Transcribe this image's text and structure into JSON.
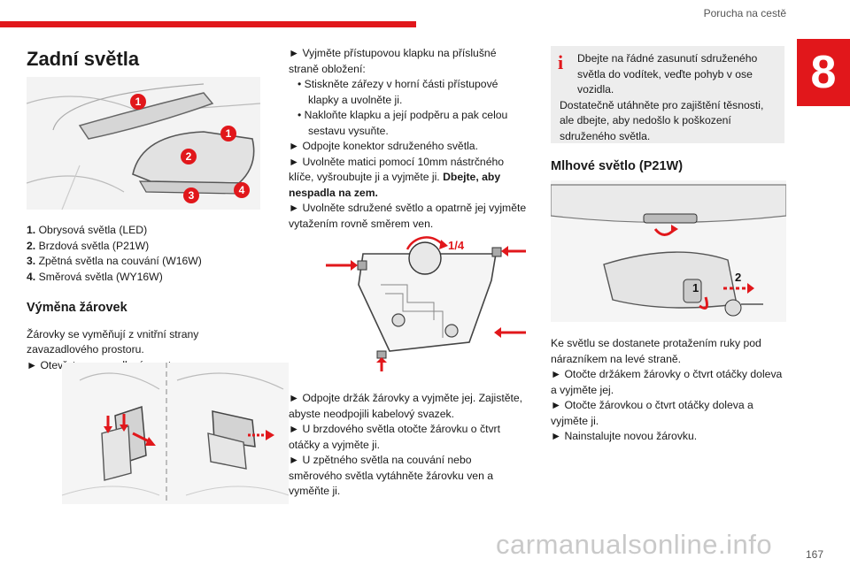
{
  "header": {
    "title": "Porucha na cestě",
    "chapter": "8"
  },
  "column1": {
    "heading": "Zadní světla",
    "fig1_callouts": [
      "1",
      "1",
      "2",
      "3",
      "4"
    ],
    "legend": [
      {
        "num": "1.",
        "text": "Obrysová světla (LED)"
      },
      {
        "num": "2.",
        "text": "Brzdová světla (P21W)"
      },
      {
        "num": "3.",
        "text": "Zpětná světla na couvání (W16W)"
      },
      {
        "num": "4.",
        "text": "Směrová světla (WY16W)"
      }
    ],
    "sub_heading": "Výměna žárovek",
    "para1": "Žárovky se vyměňují z vnitřní strany zavazadlového prostoru.",
    "step1": "► Otevřete zavazadlový prostor."
  },
  "column2": {
    "step1": "► Vyjměte přístupovou klapku na příslušné straně obložení:",
    "bullet1": "• Stiskněte zářezy v horní části přístupové klapky a uvolněte ji.",
    "bullet2": "• Nakloňte klapku a její podpěru a pak celou sestavu vysuňte.",
    "step2": "► Odpojte konektor sdruženého světla.",
    "step3": "► Uvolněte matici pomocí 10mm nástrčného klíče, vyšroubujte ji a vyjměte ji.",
    "step3_bold": "Dbejte, aby nespadla na zem.",
    "step4": "► Uvolněte sdružené světlo a opatrně jej vyjměte vytažením rovně směrem ven.",
    "fig_label": "1/4",
    "step5": "► Odpojte držák žárovky a vyjměte jej. Zajistěte, abyste neodpojili kabelový svazek.",
    "step6": "► U brzdového světla otočte žárovku o čtvrt otáčky a vyjměte ji.",
    "step7": "► U zpětného světla na couvání nebo směrového světla vytáhněte žárovku ven a vyměňte ji."
  },
  "column3": {
    "info_icon": "i",
    "info_line1": "Dbejte na řádné zasunutí sdruženého světla do vodítek, veďte pohyb v ose vozidla.",
    "info_line2": "Dostatečně utáhněte pro zajištění těsnosti, ale dbejte, aby nedošlo k poškození sdruženého světla.",
    "heading": "Mlhové světlo (P21W)",
    "fig_callouts": [
      "1",
      "2"
    ],
    "para1": "Ke světlu se dostanete protažením ruky pod nárazníkem na levé straně.",
    "step1": "► Otočte držákem žárovky o čtvrt otáčky doleva a vyjměte jej.",
    "step2": "► Otočte žárovkou o čtvrt otáčky doleva a vyjměte ji.",
    "step3": "► Nainstalujte novou žárovku."
  },
  "footer": {
    "page_number": "167",
    "watermark": "carmanualsonline.info"
  },
  "colors": {
    "accent": "#e1171b",
    "info_bg": "#ededed"
  }
}
